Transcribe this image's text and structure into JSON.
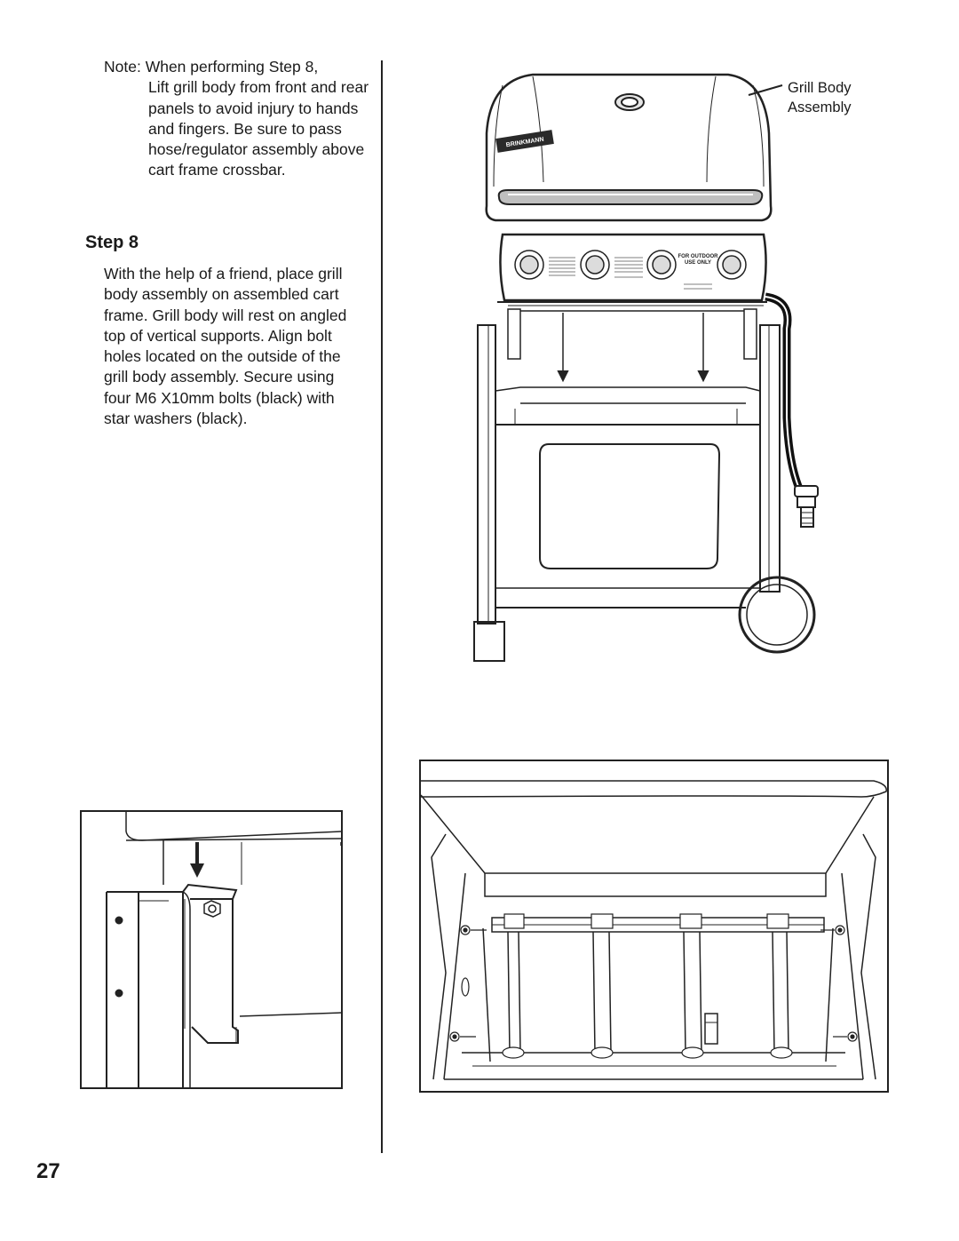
{
  "note": {
    "lead": "Note: When performing Step 8,",
    "body": "Lift grill body from front and rear panels to avoid injury to hands and fingers. Be sure to pass hose/regulator assembly above cart frame crossbar."
  },
  "step": {
    "heading": "Step 8",
    "text": "With the help of a friend, place grill body assembly on assembled cart frame. Grill body will rest on angled top of vertical supports. Align bolt holes located on the outside of the grill body assembly. Secure using four M6 X10mm bolts (black) with star washers (black)."
  },
  "callout": {
    "line1": "Grill Body",
    "line2": "Assembly"
  },
  "grill_labels": {
    "brand": "BRINKMANN",
    "outdoor_line1": "FOR OUTDOOR",
    "outdoor_line2": "USE ONLY"
  },
  "page_number": "27"
}
